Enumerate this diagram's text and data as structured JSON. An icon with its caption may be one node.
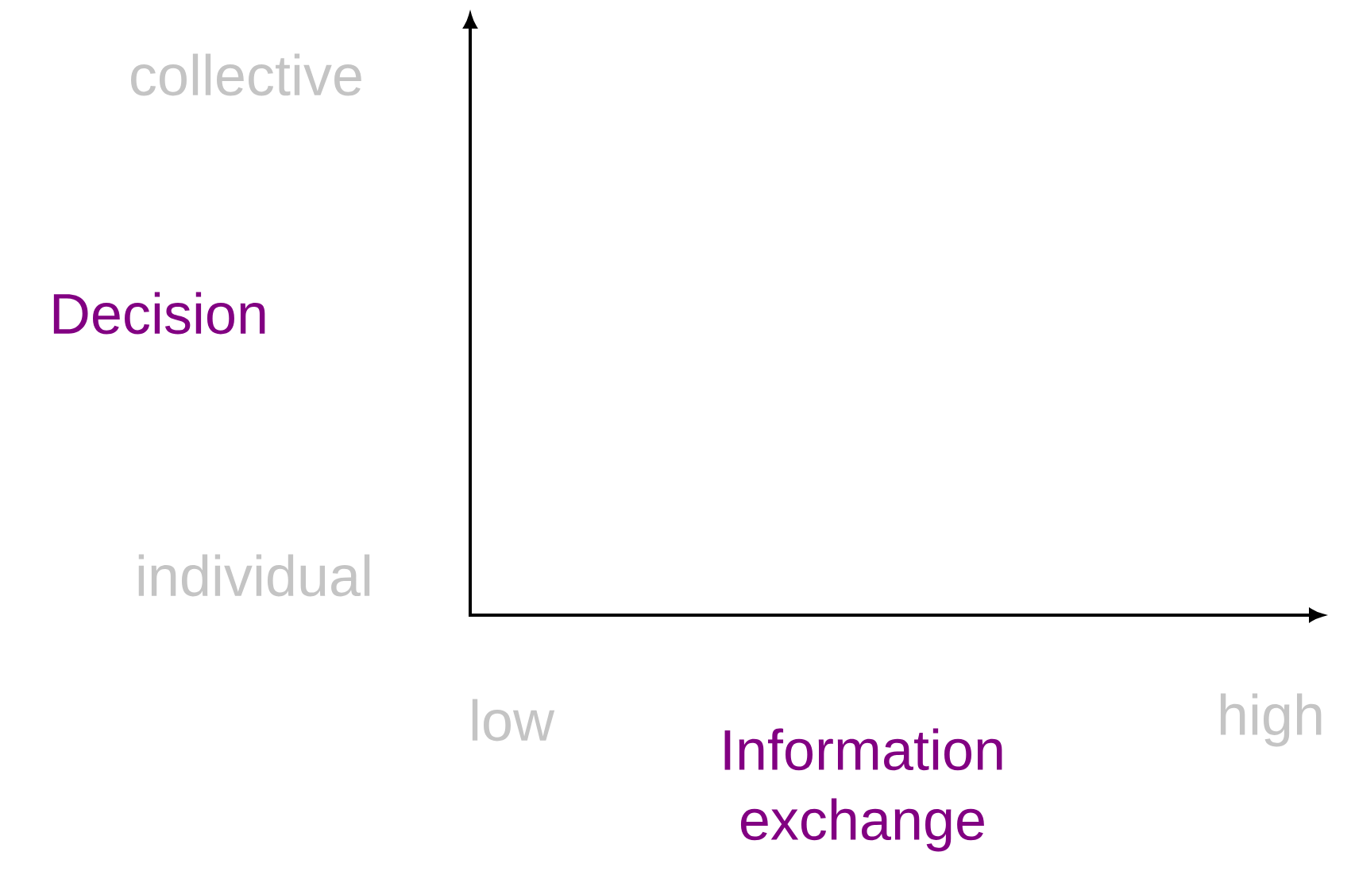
{
  "diagram": {
    "labels": [
      "collective",
      "Decision",
      "individual",
      "low",
      "Information exchange",
      "high"
    ]
  }
}
